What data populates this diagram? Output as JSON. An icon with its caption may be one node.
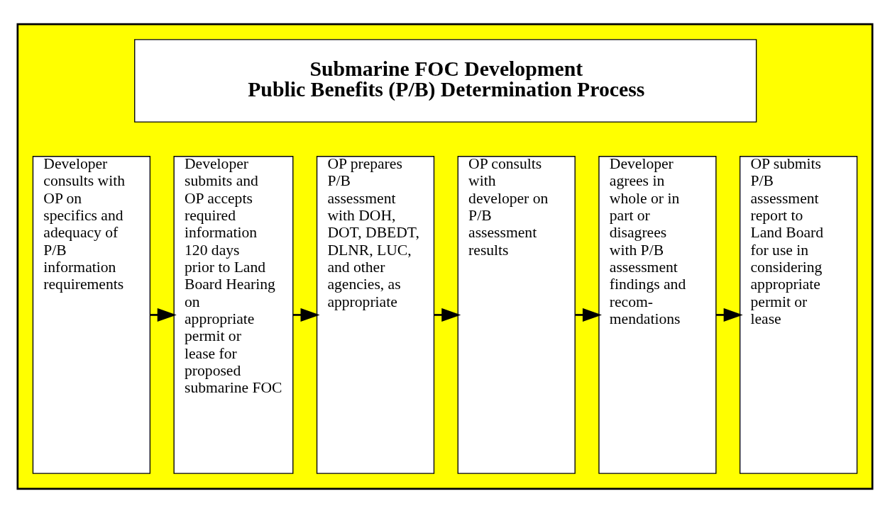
{
  "diagram": {
    "nodes": [
      {
        "text": [],
        "shape": "box"
      },
      {
        "text": [
          "Submarine FOC Development",
          "Public Benefits (P/B) Determination Process"
        ],
        "in": 0
      },
      {
        "text": [
          "Developer consults with OP on specifics and adequacy of P/B information requirements"
        ],
        "in": 0
      },
      {
        "text": [
          "Developer submits and OP accepts required information 120 days prior to Land Board Hearing on appropriate permit or lease for proposed submarine FOC"
        ],
        "in": 0
      },
      {
        "text": [
          "OP prepares P/B assessment with DOH, DOT, DBEDT, DLNR, LUC, and other agencies, as appropriate"
        ],
        "in": 0
      },
      {
        "text": [
          "OP consults with developer on P/B assessment results"
        ],
        "in": 0
      },
      {
        "text": [
          "Developer agrees in whole or in part or disagrees with P/B assessment findings and recom- mendations"
        ],
        "in": 0
      },
      {
        "text": [
          "OP submits P/B assessment report to Land Board for use in considering appropriate permit or lease"
        ],
        "in": 0
      }
    ],
    "edges": [
      {
        "from": 2,
        "to": 3,
        "arrow": "to"
      },
      {
        "from": 3,
        "to": 4,
        "arrow": "to"
      },
      {
        "from": 4,
        "to": 5,
        "arrow": "to"
      },
      {
        "from": 5,
        "to": 6,
        "arrow": "to"
      },
      {
        "from": 6,
        "to": 7,
        "arrow": "to"
      }
    ]
  }
}
